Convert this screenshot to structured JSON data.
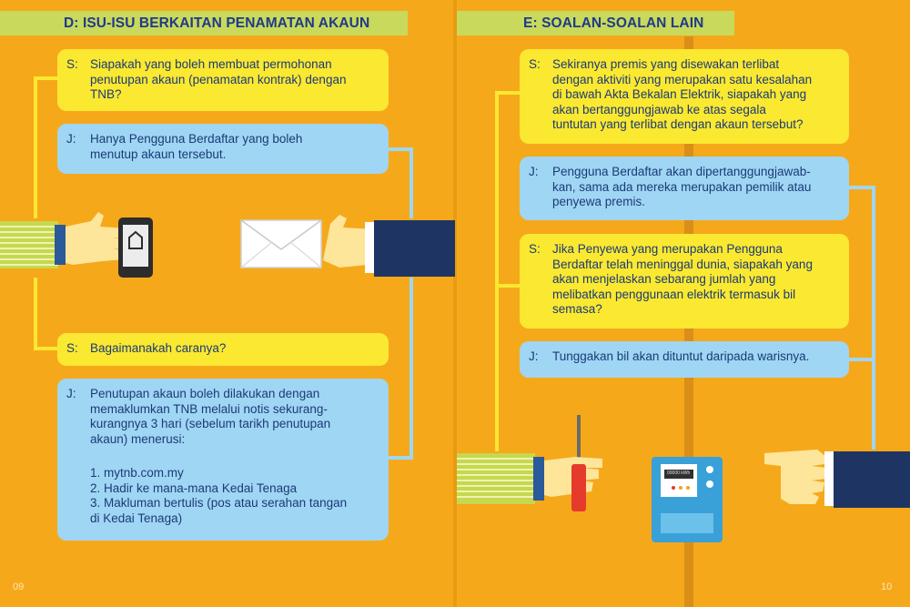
{
  "left": {
    "header": "D:  ISU-ISU BERKAITAN PENAMATAN AKAUN",
    "items": [
      {
        "tag": "S:",
        "text": "Siapakah yang boleh membuat permohonan\npenutupan akaun (penamatan kontrak) dengan\nTNB?"
      },
      {
        "tag": "J:",
        "text": "Hanya Pengguna Berdaftar yang boleh\nmenutup akaun tersebut."
      },
      {
        "tag": "S:",
        "text": "Bagaimanakah caranya?"
      },
      {
        "tag": "J:",
        "text": "Penutupan akaun boleh dilakukan dengan\nmemaklumkan TNB melalui notis sekurang-\nkurangnya 3 hari (sebelum tarikh penutupan\nakaun) menerusi:"
      }
    ],
    "list": [
      "1.  mytnb.com.my",
      "2.  Hadir ke mana-mana Kedai Tenaga",
      "3.  Makluman bertulis (pos atau serahan tangan\n     di Kedai Tenaga)"
    ],
    "page_number": "09"
  },
  "right": {
    "header": "E:  SOALAN-SOALAN LAIN",
    "items": [
      {
        "tag": "S:",
        "text": "Sekiranya premis yang disewakan terlibat\ndengan aktiviti yang merupakan satu kesalahan\ndi bawah Akta Bekalan Elektrik, siapakah yang\nakan bertanggungjawab ke atas segala\ntuntutan yang terlibat dengan akaun tersebut?"
      },
      {
        "tag": "J:",
        "text": "Pengguna Berdaftar akan dipertanggungjawab-\nkan, sama ada mereka merupakan pemilik atau\npenyewa premis."
      },
      {
        "tag": "S:",
        "text": "Jika Penyewa yang merupakan Pengguna\nBerdaftar telah meninggal dunia, siapakah yang\nakan menjelaskan sebarang jumlah yang\nmelibatkan penggunaan elektrik termasuk bil\nsemasa?"
      },
      {
        "tag": "J:",
        "text": "Tunggakan bil akan dituntut daripada warisnya."
      }
    ],
    "meter_display": "00000 kWh",
    "page_number": "10"
  },
  "colors": {
    "background": "#f6a81b",
    "header": "#c9d95b",
    "question": "#fbe830",
    "answer": "#9fd6f3",
    "text": "#1b3a78",
    "navy_sleeve": "#1e3564",
    "skin": "#fde59a"
  }
}
